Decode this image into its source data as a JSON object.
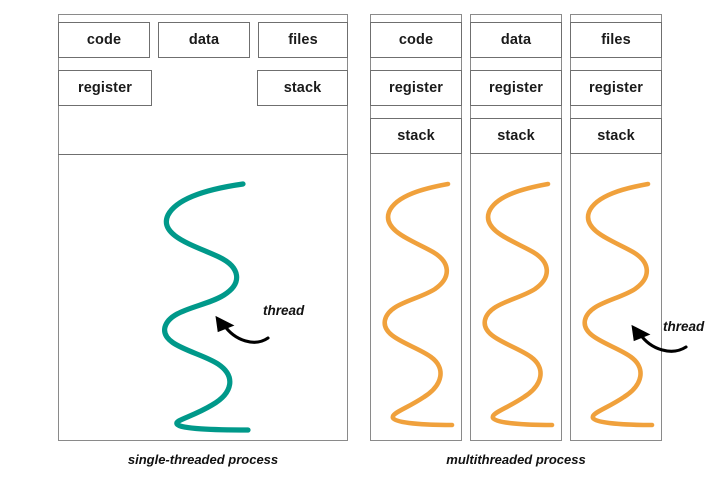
{
  "colors": {
    "thread_single": "#00998a",
    "thread_multi": "#f0a13c",
    "box_border": "#6f6f6f",
    "panel_border": "#8a8a8a",
    "background": "#ffffff",
    "text": "#1a1a1a",
    "arrow": "#000000"
  },
  "left_panel": {
    "caption": "single-threaded process",
    "top_row": [
      {
        "label": "code"
      },
      {
        "label": "data"
      },
      {
        "label": "files"
      }
    ],
    "second_row": [
      {
        "label": "register"
      },
      {
        "label": "stack"
      }
    ],
    "annotation": {
      "label": "thread",
      "icon": "curved-arrow-icon"
    }
  },
  "right_panel": {
    "caption": "multithreaded process",
    "top_row": [
      {
        "label": "code"
      },
      {
        "label": "data"
      },
      {
        "label": "files"
      }
    ],
    "register_row": [
      {
        "label": "register"
      },
      {
        "label": "register"
      },
      {
        "label": "register"
      }
    ],
    "stack_row": [
      {
        "label": "stack"
      },
      {
        "label": "stack"
      },
      {
        "label": "stack"
      }
    ],
    "annotation": {
      "label": "thread",
      "icon": "curved-arrow-icon"
    }
  },
  "threads": {
    "single_count": 1,
    "multi_count": 3,
    "shape": "squiggle-wave"
  }
}
